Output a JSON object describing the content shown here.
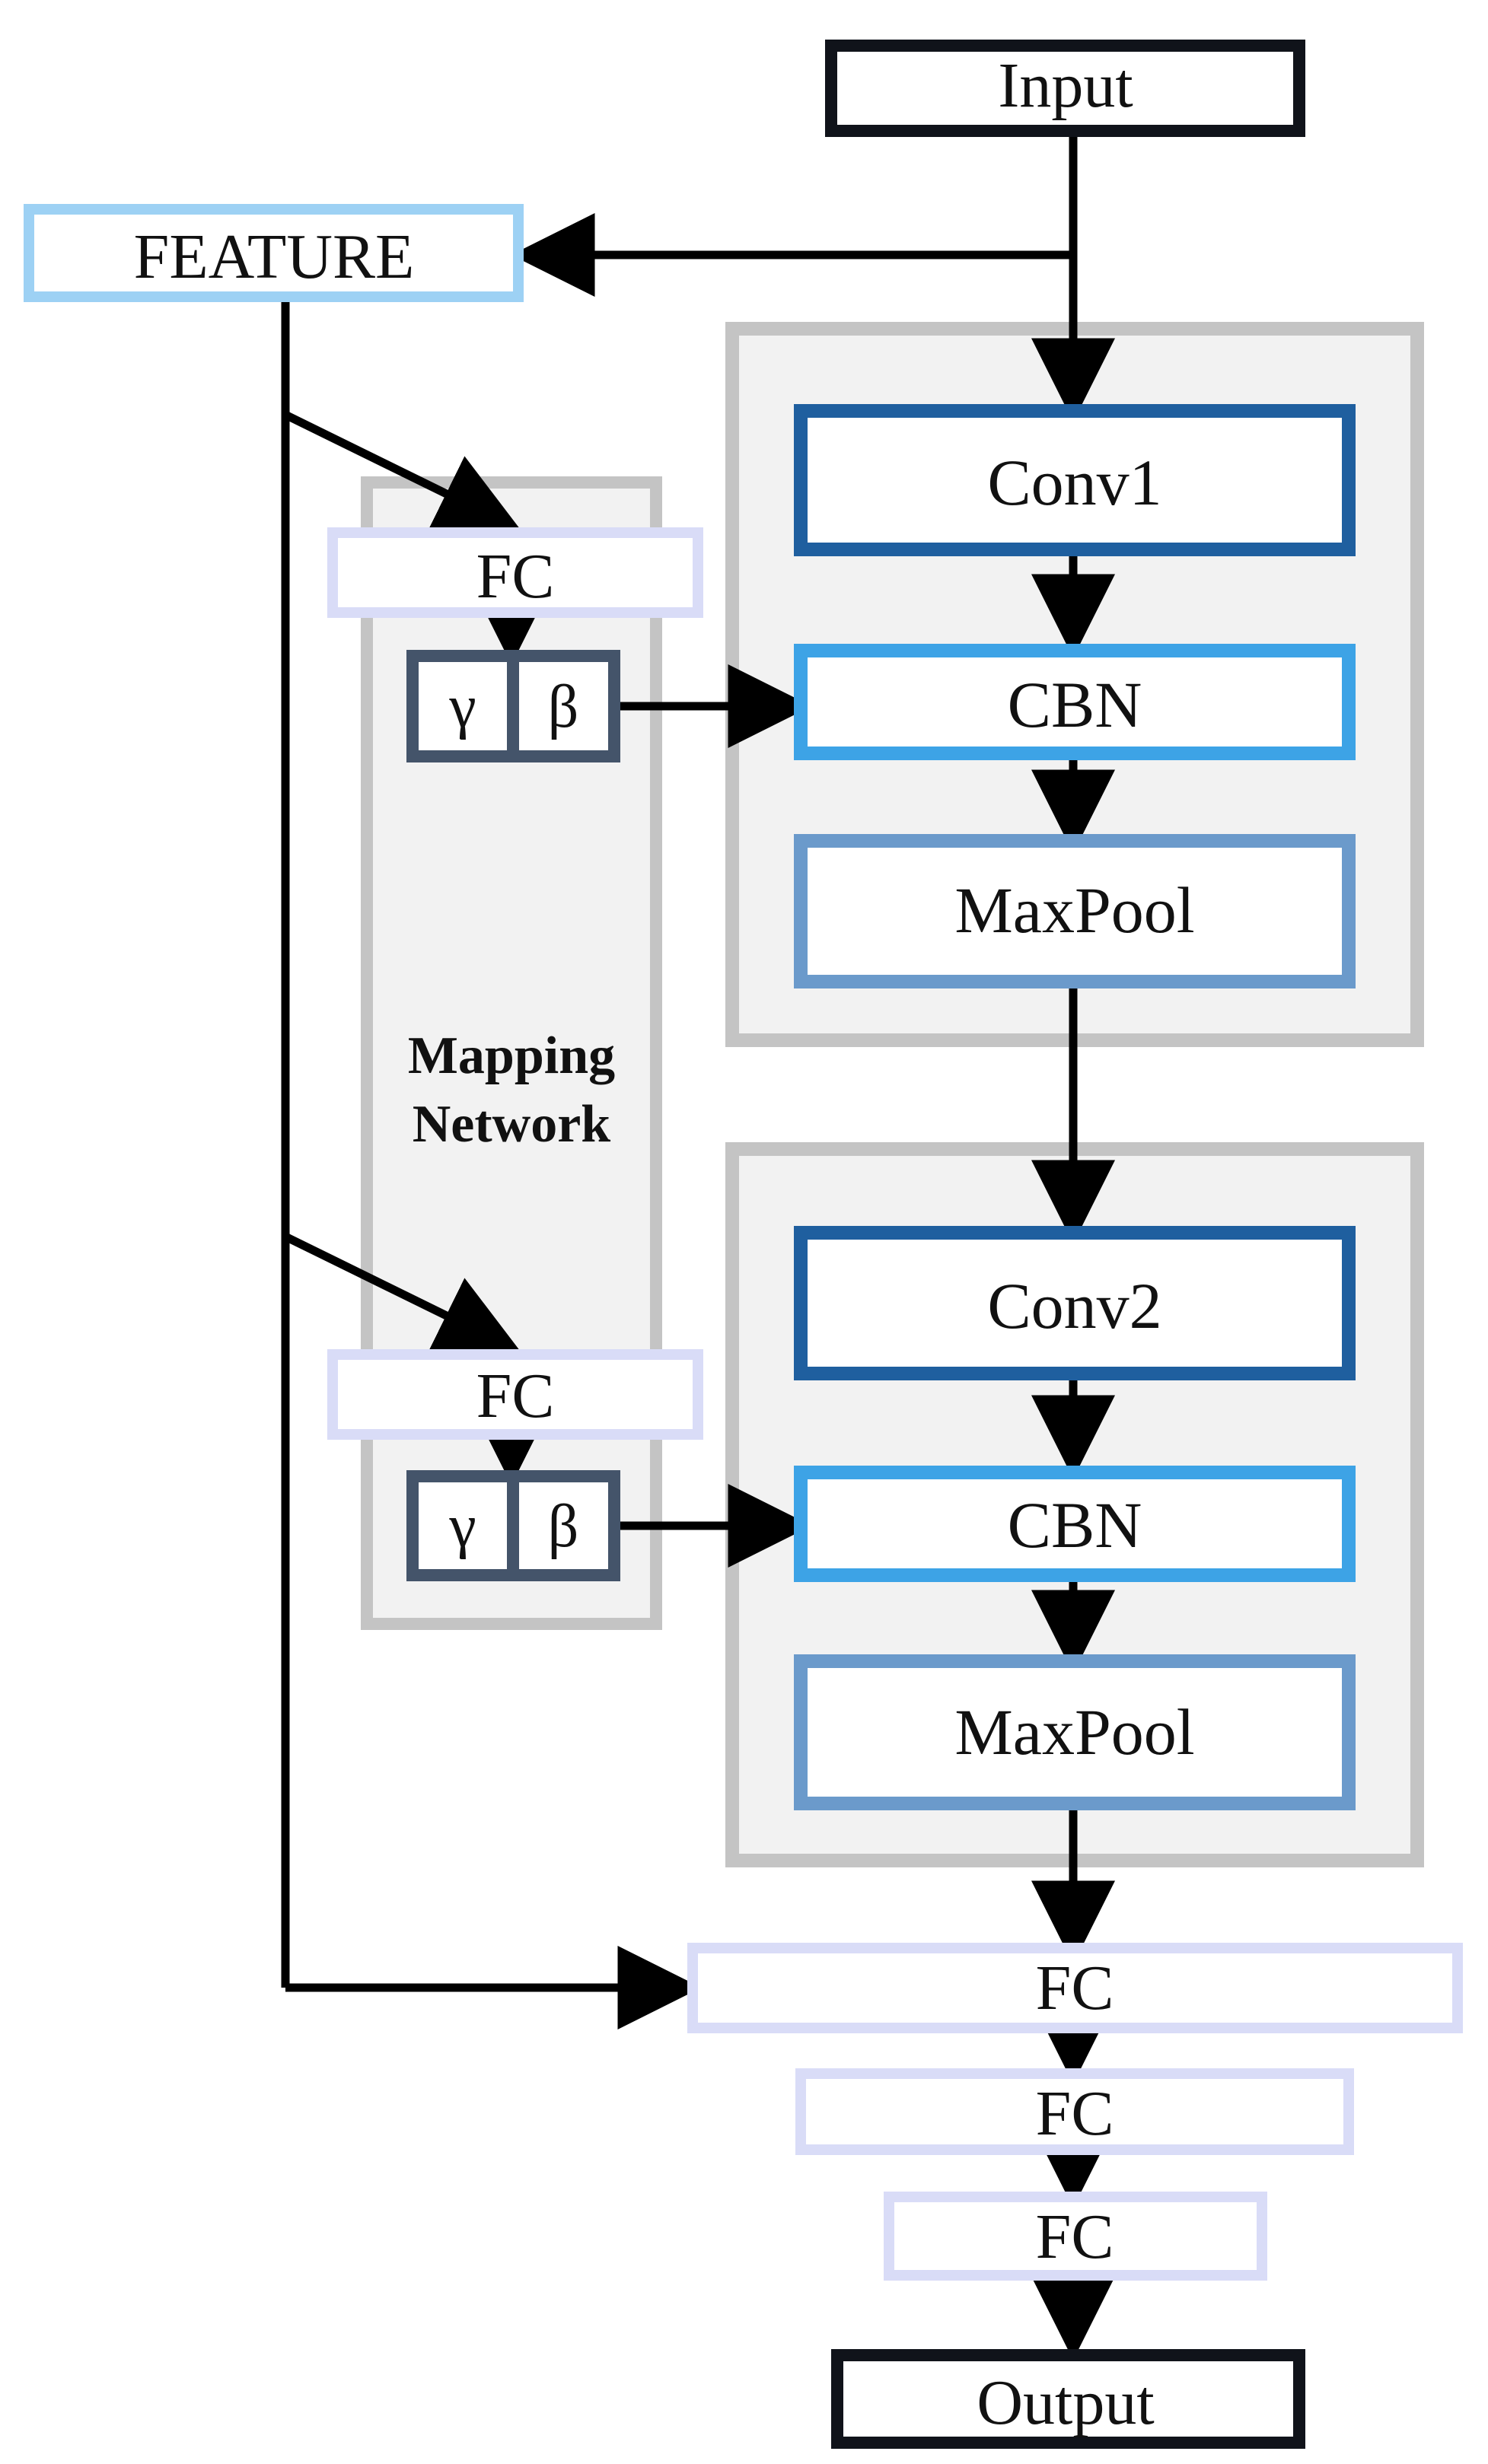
{
  "colors": {
    "conv": "#1F5F9F",
    "cbn": "#3DA3E6",
    "maxpool": "#6B9ACB",
    "fc": "#D9DCF7",
    "feature": "#9DD1F4",
    "io": "#10131A",
    "gamma_beta": "#44546A",
    "group_fill": "#F2F2F2",
    "group_border": "#C4C4C4",
    "arrow": "#000000"
  },
  "nodes": {
    "input": "Input",
    "output": "Output",
    "feature": "FEATURE",
    "mapping_network": [
      "Mapping",
      "Network"
    ],
    "block1": {
      "conv": "Conv1",
      "cbn": "CBN",
      "pool": "MaxPool"
    },
    "block2": {
      "conv": "Conv2",
      "cbn": "CBN",
      "pool": "MaxPool"
    },
    "map_fc_1": "FC",
    "map_fc_2": "FC",
    "gamma_1": "γ",
    "beta_1": "β",
    "gamma_2": "γ",
    "beta_2": "β",
    "head_fc_1": "FC",
    "head_fc_2": "FC",
    "head_fc_3": "FC"
  }
}
